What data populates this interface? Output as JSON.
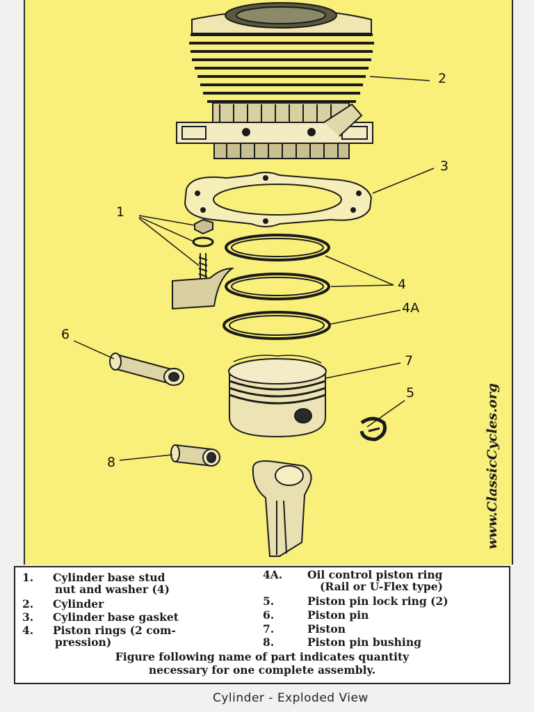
{
  "figure": {
    "callouts": [
      "1",
      "2",
      "3",
      "4",
      "4A",
      "5",
      "6",
      "7",
      "8"
    ],
    "watermark": "www.ClassicCycles.org"
  },
  "legend": {
    "left": [
      {
        "num": "1.",
        "lines": [
          "Cylinder base stud",
          "nut and washer (4)"
        ]
      },
      {
        "num": "2.",
        "lines": [
          "Cylinder"
        ]
      },
      {
        "num": "3.",
        "lines": [
          "Cylinder base gasket"
        ]
      },
      {
        "num": "4.",
        "lines": [
          "Piston rings (2 com-",
          "pression)"
        ]
      }
    ],
    "right": [
      {
        "num": "4A.",
        "lines": [
          "Oil control piston ring",
          "(Rail or U-Flex type)"
        ]
      },
      {
        "num": "5.",
        "lines": [
          "Piston pin lock ring (2)"
        ]
      },
      {
        "num": "6.",
        "lines": [
          "Piston pin"
        ]
      },
      {
        "num": "7.",
        "lines": [
          "Piston"
        ]
      },
      {
        "num": "8.",
        "lines": [
          "Piston pin bushing"
        ]
      }
    ],
    "note_line1": "Figure following name of part indicates quantity",
    "note_line2": "necessary for one complete assembly."
  },
  "caption": "Cylinder  -  Exploded View",
  "colors": {
    "panel": "#f8f07a",
    "ink": "#1a1a1a",
    "background": "#f1f1ef"
  }
}
